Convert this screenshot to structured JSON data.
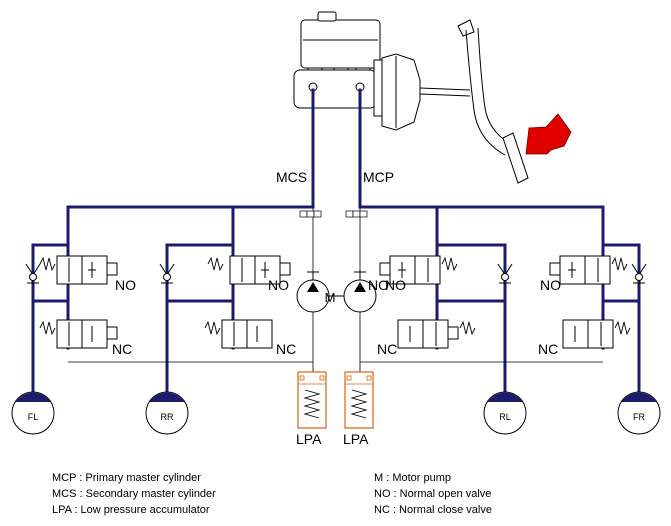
{
  "labels": {
    "mcs": "MCS",
    "mcp": "MCP",
    "motor": "M",
    "lpa_left": "LPA",
    "lpa_right": "LPA",
    "inlet_valves": [
      "NO",
      "NO",
      "NO",
      "NO",
      "NO",
      "NO"
    ],
    "outlet_valves": [
      "NC",
      "NC",
      "NC",
      "NC"
    ],
    "wheels": [
      "FL",
      "RR",
      "RL",
      "FR"
    ]
  },
  "legend": {
    "left": [
      "MCP : Primary master cylinder",
      "MCS : Secondary master cylinder",
      "LPA : Low pressure accumulator"
    ],
    "right": [
      "M : Motor pump",
      "NO : Normal open valve",
      "NC : Normal close valve"
    ]
  },
  "colors": {
    "hydraulic_line": "#1c1c6e",
    "wheel_fill": "#1c1c6e",
    "pedal_arrow": "#e00000",
    "accumulator": "#e06010"
  }
}
